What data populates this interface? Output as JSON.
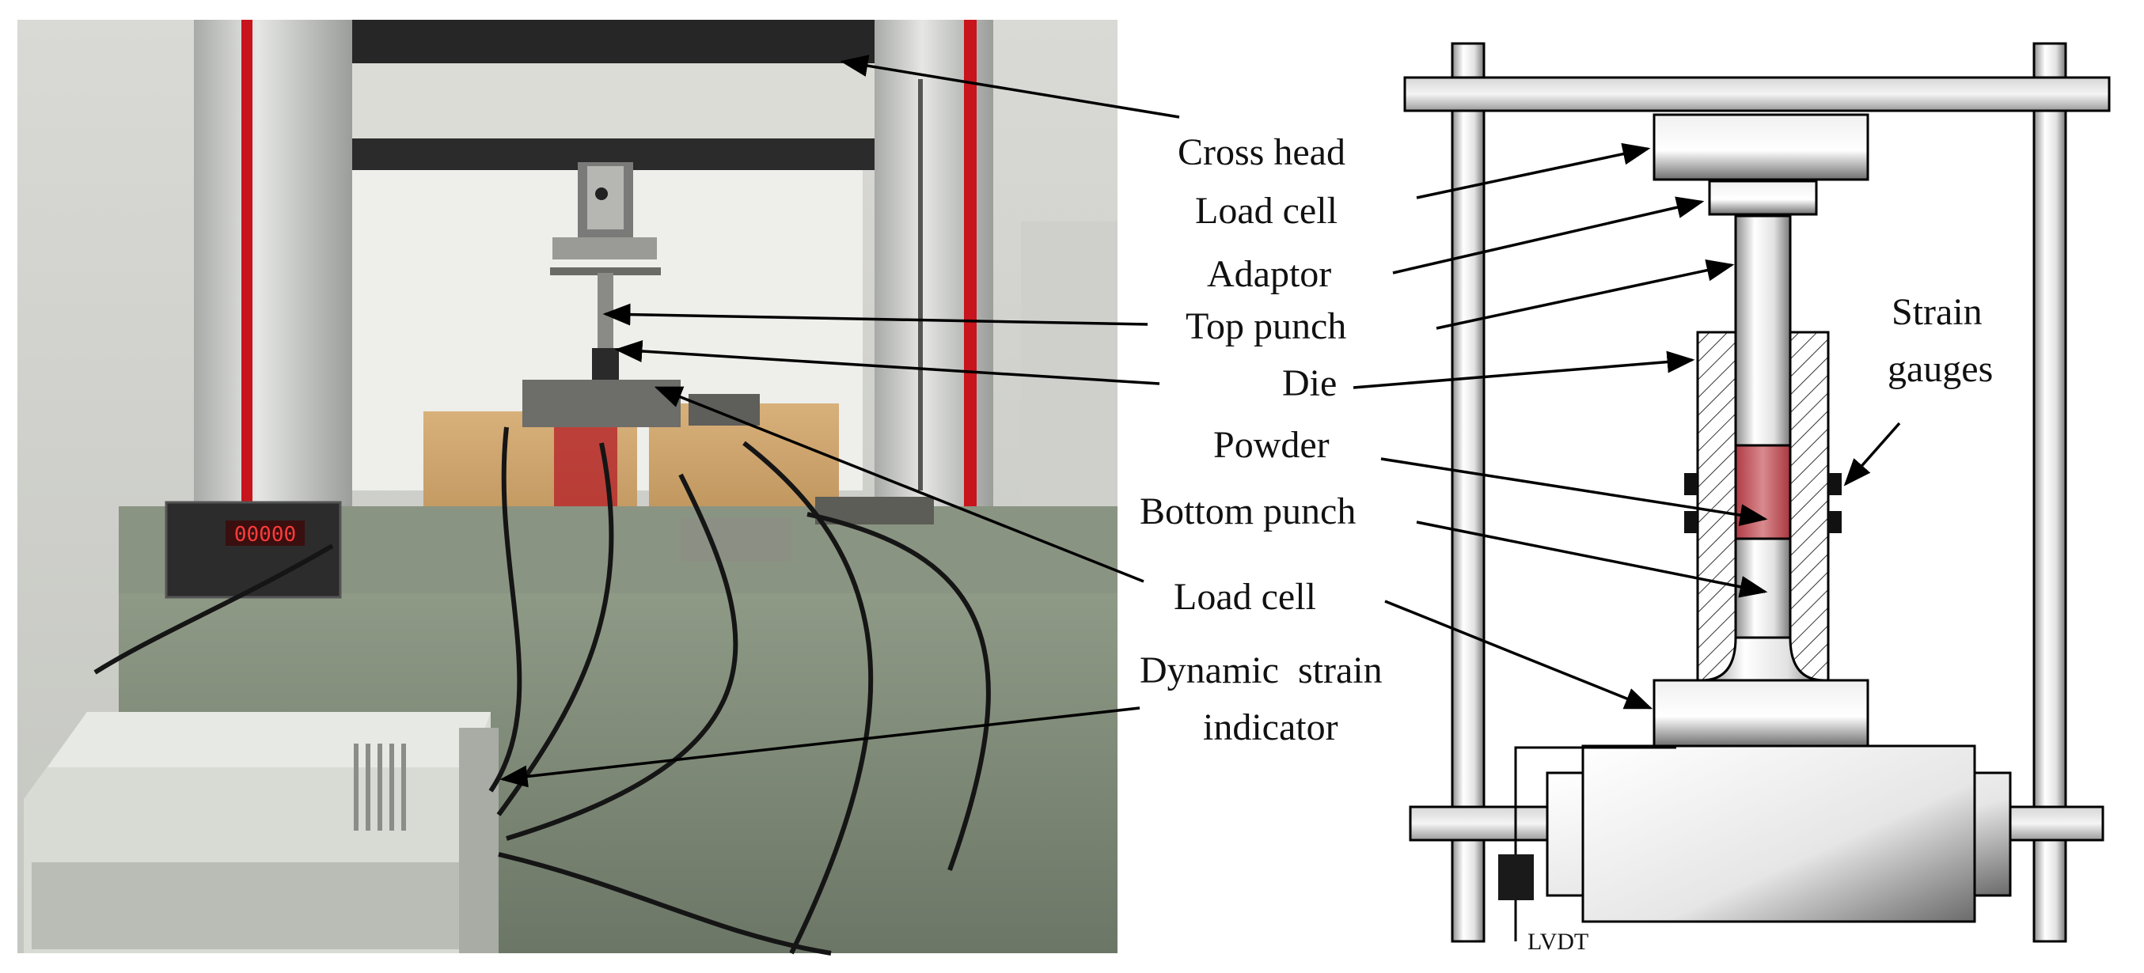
{
  "labels": {
    "cross_head": "Cross head",
    "load_cell_top": "Load cell",
    "adaptor": "Adaptor",
    "top_punch": "Top punch",
    "die": "Die",
    "powder": "Powder",
    "bottom_punch": "Bottom punch",
    "load_cell_bottom": "Load cell",
    "dynamic_strain": "Dynamic  strain",
    "indicator": "indicator",
    "strain": "Strain",
    "gauges": "gauges",
    "lvdt": "LVDT"
  },
  "display_readout": "00000",
  "colors": {
    "powder": "#c2545a",
    "metal_light": "#ffffff",
    "metal_dark": "#9a9a9a",
    "frame_red": "#c8141c",
    "arrow": "#000000"
  }
}
